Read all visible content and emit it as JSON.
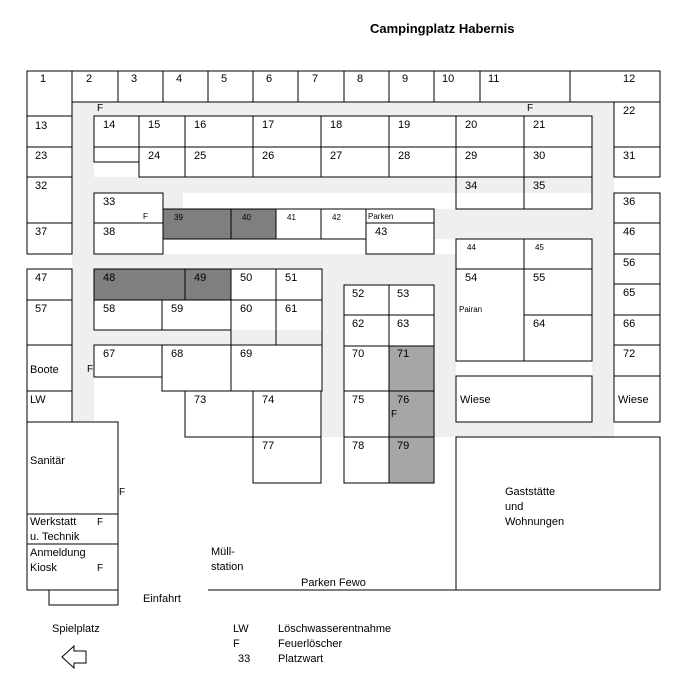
{
  "title": "Campingplatz Habernis",
  "plot_labels": {
    "p1": "1",
    "p2": "2",
    "p3": "3",
    "p4": "4",
    "p5": "5",
    "p6": "6",
    "p7": "7",
    "p8": "8",
    "p9": "9",
    "p10": "10",
    "p11": "11",
    "p12": "12",
    "p13": "13",
    "p14": "14",
    "p15": "15",
    "p16": "16",
    "p17": "17",
    "p18": "18",
    "p19": "19",
    "p20": "20",
    "p21": "21",
    "p22": "22",
    "p23": "23",
    "p24": "24",
    "p25": "25",
    "p26": "26",
    "p27": "27",
    "p28": "28",
    "p29": "29",
    "p30": "30",
    "p31": "31",
    "p32": "32",
    "p33": "33",
    "p34": "34",
    "p35": "35",
    "p36": "36",
    "p37": "37",
    "p38": "38",
    "p39": "39",
    "p40": "40",
    "p41": "41",
    "p42": "42",
    "p43": "43",
    "p44": "44",
    "p45": "45",
    "p46": "46",
    "p47": "47",
    "p48": "48",
    "p49": "49",
    "p50": "50",
    "p51": "51",
    "p52": "52",
    "p53": "53",
    "p54": "54",
    "p55": "55",
    "p56": "56",
    "p57": "57",
    "p58": "58",
    "p59": "59",
    "p60": "60",
    "p61": "61",
    "p62": "62",
    "p63": "63",
    "p64": "64",
    "p65": "65",
    "p66": "66",
    "p67": "67",
    "p68": "68",
    "p69": "69",
    "p70": "70",
    "p71": "71",
    "p72": "72",
    "p73": "73",
    "p74": "74",
    "p75": "75",
    "p76": "76",
    "p77": "77",
    "p78": "78",
    "p79": "79"
  },
  "area_labels": {
    "parken": "Parken",
    "pairan": "Pairan",
    "boote": "Boote",
    "lw": "LW",
    "wiese_left": "Wiese",
    "wiese_right": "Wiese",
    "sanitaer": "Sanitär",
    "werkstatt_1": "Werkstatt",
    "werkstatt_2": "u. Technik",
    "anmeldung": "Anmeldung",
    "kiosk": "Kiosk",
    "gaststaette_1": "Gaststätte",
    "gaststaette_2": "und",
    "gaststaette_3": "Wohnungen",
    "muell_1": "Müll-",
    "muell_2": "station",
    "parken_fewo": "Parken Fewo",
    "einfahrt": "Einfahrt",
    "spielplatz": "Spielplatz"
  },
  "fire_marker": "F",
  "legend": {
    "lw_key": "LW",
    "lw_text": "Löschwasserentnahme",
    "f_key": "F",
    "f_text": "Feuerlöscher",
    "num_key": "33",
    "num_text": "Platzwart"
  },
  "colors": {
    "road": "#efefef",
    "reserved_plot": "#7f7f7f",
    "warden_plot": "#a6a6a6",
    "line": "#000000"
  }
}
